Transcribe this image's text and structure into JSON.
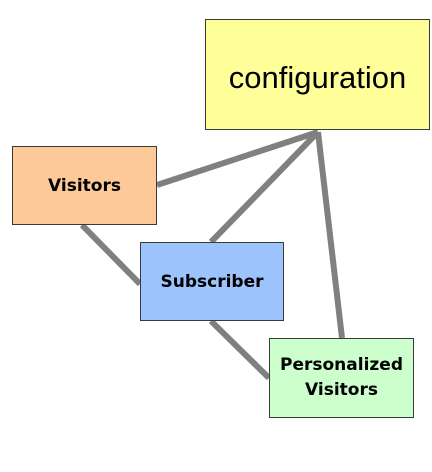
{
  "diagram": {
    "nodes": [
      {
        "id": "configuration",
        "label": "configuration",
        "color": "#ffff99"
      },
      {
        "id": "visitors",
        "label": "Visitors",
        "color": "#fdc998"
      },
      {
        "id": "subscriber",
        "label": "Subscriber",
        "color": "#9dc3fd"
      },
      {
        "id": "personalized-visitors",
        "label": "Personalized\nVisitors",
        "color": "#ccffcc"
      }
    ],
    "edges": [
      {
        "from": "visitors",
        "to": "configuration"
      },
      {
        "from": "subscriber",
        "to": "configuration"
      },
      {
        "from": "personalized-visitors",
        "to": "configuration"
      },
      {
        "from": "visitors",
        "to": "subscriber"
      },
      {
        "from": "subscriber",
        "to": "personalized-visitors"
      }
    ],
    "edge_color": "#808080"
  }
}
